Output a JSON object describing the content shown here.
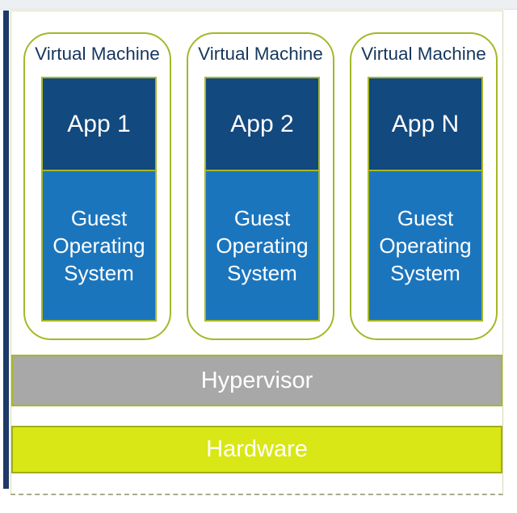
{
  "colors": {
    "top-strip": "#edf0f3",
    "edge-strip": "#1d3a67",
    "outer-border": "#d9dab6",
    "dash-border": "#a9ab8f",
    "olive": "#a6b727",
    "navy": "#12497e",
    "blue": "#1b75bd",
    "label-navy": "#17375d",
    "gray-bar": "#a8a8a8",
    "chartreuse": "#d9e716",
    "hw-border": "#9fae19",
    "text-white": "#ffffff"
  },
  "diagram": {
    "vms": [
      {
        "label": "Virtual Machine",
        "app": "App 1",
        "guest": "Guest Operating System"
      },
      {
        "label": "Virtual Machine",
        "app": "App 2",
        "guest": "Guest Operating System"
      },
      {
        "label": "Virtual Machine",
        "app": "App N",
        "guest": "Guest Operating System"
      }
    ],
    "hypervisor": {
      "label": "Hypervisor"
    },
    "hardware": {
      "label": "Hardware"
    }
  }
}
